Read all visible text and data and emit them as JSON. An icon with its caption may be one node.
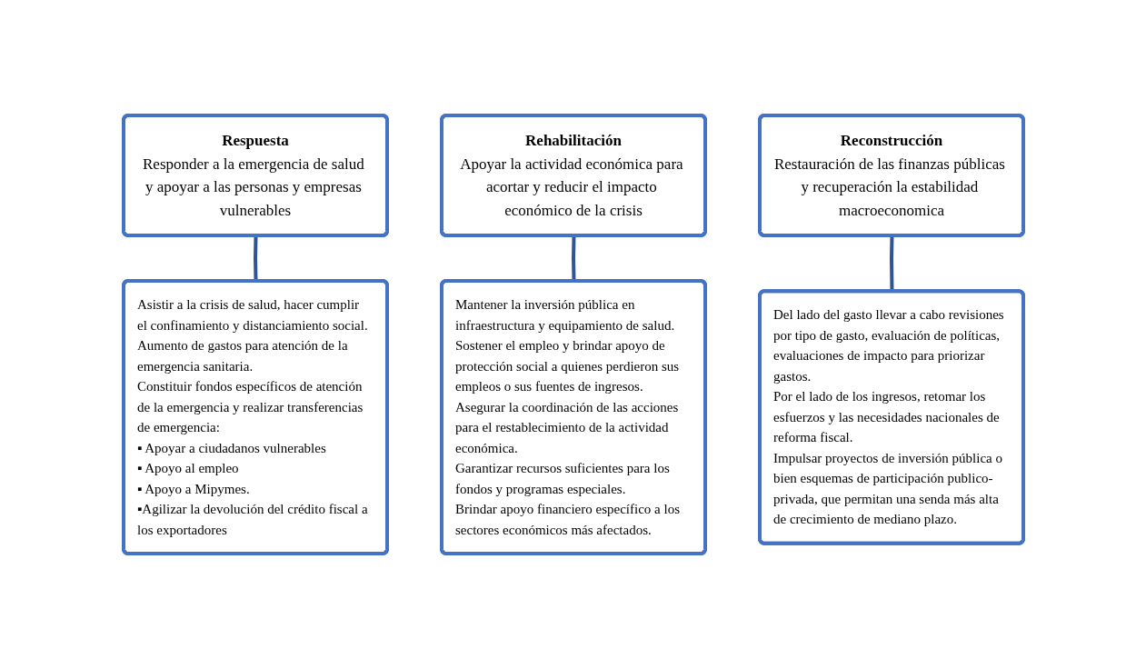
{
  "diagram": {
    "nodes": [
      {
        "text": [
          "Respuesta",
          "Responder a la emergencia de salud y apoyar a las personas y empresas vulnerables"
        ]
      },
      {
        "text": [
          "Asistir a la crisis de salud, hacer cumplir el confinamiento y distanciamiento social.",
          "Aumento de gastos para atención de la emergencia sanitaria.",
          "Constituir fondos específicos de atención de la emergencia y realizar transferencias de emergencia:",
          "▪ Apoyar a ciudadanos vulnerables",
          "▪ Apoyo al empleo",
          "▪ Apoyo a Mipymes.",
          "▪Agilizar la devolución del crédito fiscal a los exportadores"
        ]
      },
      {
        "text": [
          "Rehabilitación",
          "Apoyar la actividad económica para acortar y reducir el impacto económico de la crisis"
        ]
      },
      {
        "text": [
          "Mantener la inversión pública en infraestructura y equipamiento de salud.",
          "Sostener el empleo y brindar apoyo de protección social a quienes perdieron sus empleos o sus fuentes de ingresos.",
          "Asegurar la coordinación de las acciones para el restablecimiento de la actividad económica.",
          "Garantizar recursos suficientes para los fondos y programas especiales.",
          "Brindar apoyo financiero específico a los sectores económicos más afectados."
        ]
      },
      {
        "text": [
          "Reconstrucción",
          "Restauración de las finanzas públicas y recuperación la estabilidad macroeconomica"
        ]
      },
      {
        "text": [
          "Del lado del gasto llevar a cabo revisiones por tipo de gasto, evaluación de políticas, evaluaciones de impacto para priorizar gastos.",
          "Por el lado de los ingresos, retomar los esfuerzos y las necesidades nacionales de reforma fiscal.",
          "Impulsar proyectos de inversión pública o bien esquemas de participación publico-privada, que permitan una senda más alta de crecimiento de mediano plazo."
        ]
      }
    ],
    "edges": [
      {
        "from": 0,
        "to": 1,
        "arrow": "none"
      },
      {
        "from": 2,
        "to": 3,
        "arrow": "none"
      },
      {
        "from": 4,
        "to": 5,
        "arrow": "none"
      }
    ]
  }
}
